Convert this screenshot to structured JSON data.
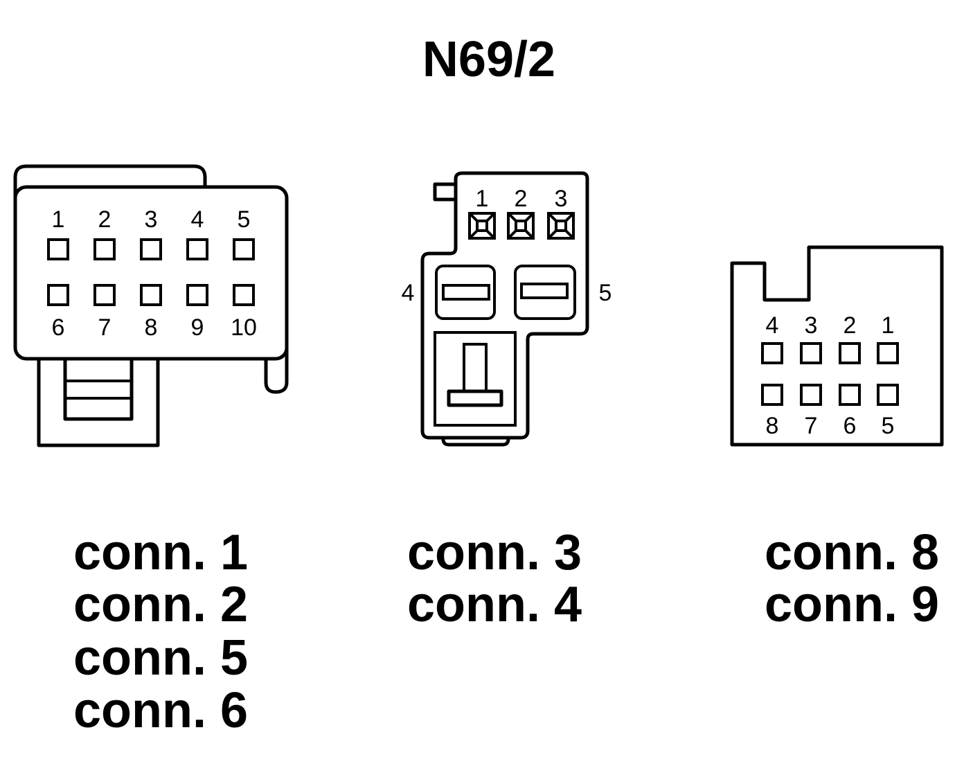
{
  "title": "N69/2",
  "connectors": [
    {
      "top_pins": [
        "1",
        "2",
        "3",
        "4",
        "5"
      ],
      "bottom_pins": [
        "6",
        "7",
        "8",
        "9",
        "10"
      ],
      "labels": [
        "conn. 1",
        "conn. 2",
        "conn. 5",
        "conn. 6"
      ]
    },
    {
      "top_pins": [
        "1",
        "2",
        "3"
      ],
      "left_pin": "4",
      "right_pin": "5",
      "labels": [
        "conn. 3",
        "conn. 4"
      ]
    },
    {
      "top_pins": [
        "4",
        "3",
        "2",
        "1"
      ],
      "bottom_pins": [
        "8",
        "7",
        "6",
        "5"
      ],
      "labels": [
        "conn. 8",
        "conn. 9"
      ]
    }
  ]
}
